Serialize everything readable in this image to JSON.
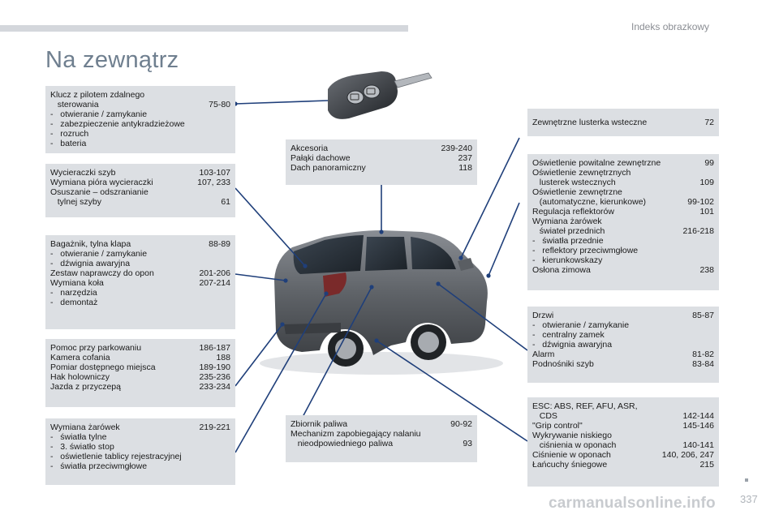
{
  "header": {
    "section": "Indeks obrazkowy",
    "title": "Na zewnątrz"
  },
  "boxes": [
    {
      "id": "key",
      "rows": [
        {
          "t": "Klucz z pilotem zdalnego",
          "p": ""
        },
        {
          "t": "   sterowania",
          "p": "75-80"
        },
        {
          "t": "-   otwieranie / zamykanie",
          "p": ""
        },
        {
          "t": "-   zabezpieczenie antykradzieżowe",
          "p": ""
        },
        {
          "t": "-   rozruch",
          "p": ""
        },
        {
          "t": "-   bateria",
          "p": ""
        }
      ]
    },
    {
      "id": "wipers",
      "rows": [
        {
          "t": "Wycieraczki szyb",
          "p": "103-107"
        },
        {
          "t": "Wymiana pióra wycieraczki",
          "p": "107, 233"
        },
        {
          "t": "Osuszanie – odszranianie",
          "p": ""
        },
        {
          "t": "   tylnej szyby",
          "p": "61"
        }
      ]
    },
    {
      "id": "boot",
      "rows": [
        {
          "t": "Bagażnik, tylna klapa",
          "p": "88-89"
        },
        {
          "t": "-   otwieranie / zamykanie",
          "p": ""
        },
        {
          "t": "-   dźwignia awaryjna",
          "p": ""
        },
        {
          "t": "Zestaw naprawczy do opon",
          "p": "201-206"
        },
        {
          "t": "Wymiana koła",
          "p": "207-214"
        },
        {
          "t": "-   narzędzia",
          "p": ""
        },
        {
          "t": "-   demontaż",
          "p": ""
        }
      ]
    },
    {
      "id": "parking",
      "rows": [
        {
          "t": "Pomoc przy parkowaniu",
          "p": "186-187"
        },
        {
          "t": "Kamera cofania",
          "p": "188"
        },
        {
          "t": "Pomiar dostępnego miejsca",
          "p": "189-190"
        },
        {
          "t": "Hak holowniczy",
          "p": "235-236"
        },
        {
          "t": "Jazda z przyczepą",
          "p": "233-234"
        }
      ]
    },
    {
      "id": "rearbulbs",
      "rows": [
        {
          "t": "Wymiana żarówek",
          "p": "219-221"
        },
        {
          "t": "-   światła tylne",
          "p": ""
        },
        {
          "t": "-   3. światło stop",
          "p": ""
        },
        {
          "t": "-   oświetlenie tablicy rejestracyjnej",
          "p": ""
        },
        {
          "t": "-   światła przeciwmgłowe",
          "p": ""
        }
      ]
    },
    {
      "id": "accessories",
      "rows": [
        {
          "t": "Akcesoria",
          "p": "239-240"
        },
        {
          "t": "Pałąki dachowe",
          "p": "237"
        },
        {
          "t": "Dach panoramiczny",
          "p": "118"
        }
      ]
    },
    {
      "id": "fuel",
      "rows": [
        {
          "t": "Zbiornik paliwa",
          "p": "90-92"
        },
        {
          "t": "Mechanizm zapobiegający nalaniu",
          "p": ""
        },
        {
          "t": "   nieodpowiedniego paliwa",
          "p": "93"
        }
      ]
    },
    {
      "id": "mirrors",
      "rows": [
        {
          "t": "Zewnętrzne lusterka wsteczne",
          "p": "72"
        }
      ]
    },
    {
      "id": "lighting",
      "rows": [
        {
          "t": "Oświetlenie powitalne zewnętrzne",
          "p": "99"
        },
        {
          "t": "Oświetlenie zewnętrznych",
          "p": ""
        },
        {
          "t": "   lusterek wstecznych",
          "p": "109"
        },
        {
          "t": "Oświetlenie zewnętrzne",
          "p": ""
        },
        {
          "t": "   (automatyczne, kierunkowe)",
          "p": "99-102"
        },
        {
          "t": "Regulacja reflektorów",
          "p": "101"
        },
        {
          "t": "Wymiana żarówek",
          "p": ""
        },
        {
          "t": "   świateł przednich",
          "p": "216-218"
        },
        {
          "t": "-   światła przednie",
          "p": ""
        },
        {
          "t": "-   reflektory przeciwmgłowe",
          "p": ""
        },
        {
          "t": "-   kierunkowskazy",
          "p": ""
        },
        {
          "t": "Osłona zimowa",
          "p": "238"
        }
      ]
    },
    {
      "id": "doors",
      "rows": [
        {
          "t": "Drzwi",
          "p": "85-87"
        },
        {
          "t": "-   otwieranie / zamykanie",
          "p": ""
        },
        {
          "t": "-   centralny zamek",
          "p": ""
        },
        {
          "t": "-   dźwignia awaryjna",
          "p": ""
        },
        {
          "t": "Alarm",
          "p": "81-82"
        },
        {
          "t": "Podnośniki szyb",
          "p": "83-84"
        }
      ]
    },
    {
      "id": "esc",
      "rows": [
        {
          "t": "ESC: ABS, REF, AFU, ASR,",
          "p": ""
        },
        {
          "t": "   CDS",
          "p": "142-144"
        },
        {
          "t": "\"Grip control\"",
          "p": "145-146"
        },
        {
          "t": "Wykrywanie niskiego",
          "p": ""
        },
        {
          "t": "   ciśnienia w oponach",
          "p": "140-141"
        },
        {
          "t": "Ciśnienie w oponach",
          "p": "140, 206, 247"
        },
        {
          "t": "Łańcuchy śniegowe",
          "p": "215"
        }
      ]
    }
  ],
  "footer": {
    "page": "337",
    "watermark": "carmanualsonline.info"
  },
  "colors": {
    "box": "#dcdfe3",
    "title": "#6f7f8f",
    "lines": "#1f3f7a",
    "car": "#6a6d72"
  },
  "icons": {
    "key": "car-key-remote-icon",
    "car": "car-illustration"
  }
}
